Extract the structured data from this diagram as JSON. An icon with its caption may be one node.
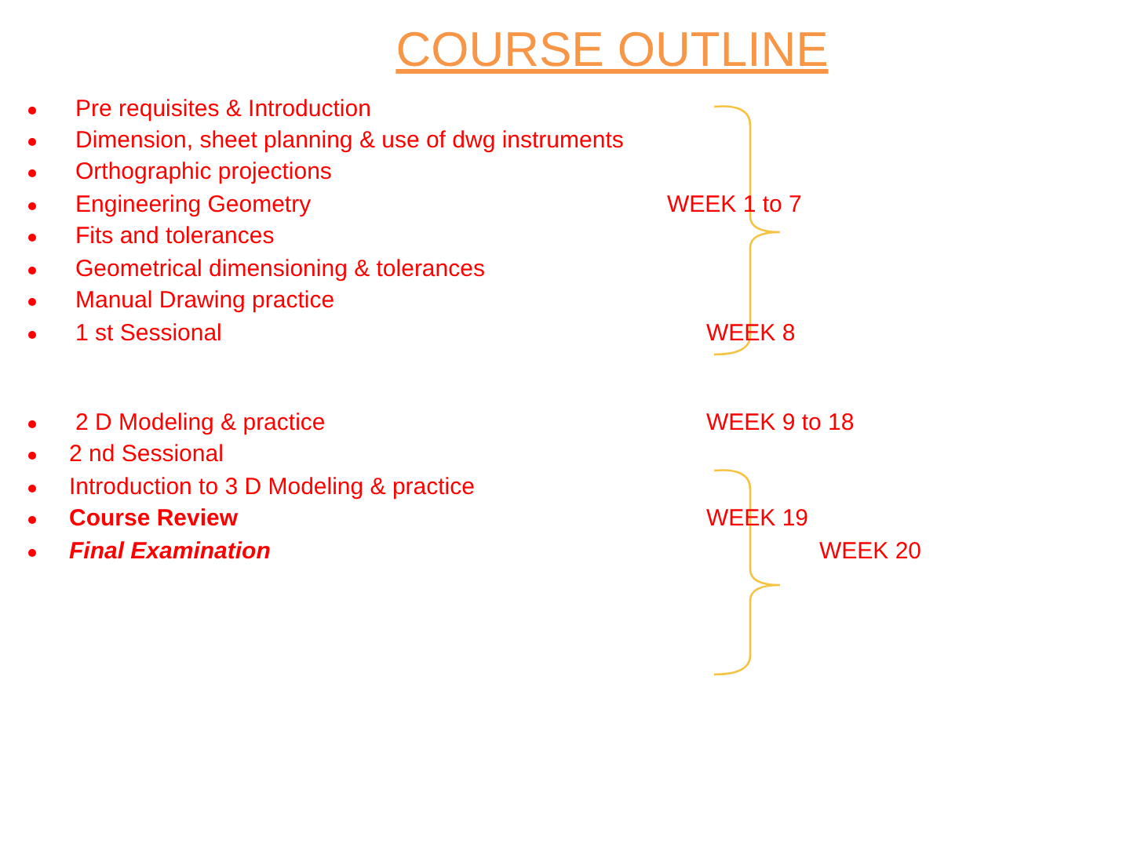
{
  "diagram": {
    "title": "COURSE OUTLINE",
    "labels": [
      "Pre requisites & Introduction",
      "Dimension, sheet planning & use of dwg instruments",
      "Orthographic projections",
      "Engineering Geometry",
      "WEEK  1 to 7",
      "Fits and tolerances",
      "Geometrical dimensioning & tolerances",
      "Manual Drawing practice",
      "1 st Sessional",
      "WEEK 8",
      "2 D Modeling  & practice",
      "WEEK 9 to 18",
      "2 nd Sessional",
      "Introduction to 3 D Modeling & practice",
      "Course Review",
      "WEEK 19",
      "Final Examination",
      "WEEK 20"
    ]
  }
}
